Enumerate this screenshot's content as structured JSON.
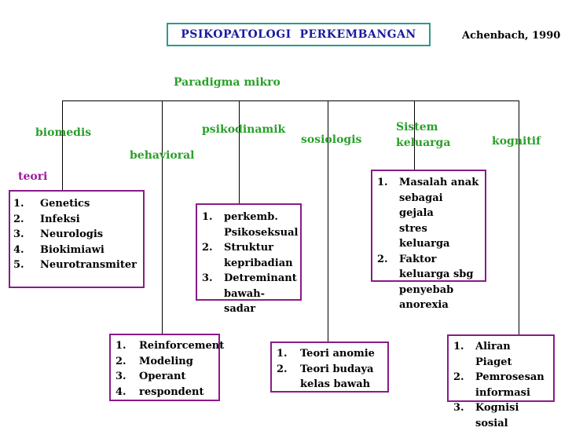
{
  "title": "PSIKOPATOLOGI  PERKEMBANGAN",
  "author": "Achenbach, 1990",
  "paradigm_label": "Paradigma mikro",
  "teori_label": "teori",
  "branches": {
    "biomedis": "biomedis",
    "behavioral": "behavioral",
    "psikodinamik": "psikodinamik",
    "sosiologis": "sosiologis",
    "sistem_keluarga": [
      "Sistem",
      "keluarga"
    ],
    "kognitif": "kognitif"
  },
  "boxes": {
    "biomedis": [
      "Genetics",
      "Infeksi",
      "Neurologis",
      "Biokimiawi",
      "Neurotransmiter"
    ],
    "behavioral": [
      "Reinforcement",
      "Modeling",
      "Operant",
      "respondent"
    ],
    "psikodinamik": [
      [
        "perkemb.",
        "Psikoseksual"
      ],
      [
        "Struktur",
        "kepribadian"
      ],
      [
        "Detreminant",
        "bawah-sadar"
      ]
    ],
    "sosiologis": [
      [
        "Teori anomie"
      ],
      [
        "Teori budaya",
        "kelas bawah"
      ]
    ],
    "sistem_keluarga": [
      [
        "Masalah anak",
        "sebagai gejala",
        "stres keluarga"
      ],
      [
        "Faktor",
        "keluarga sbg",
        "penyebab",
        "anorexia"
      ]
    ],
    "kognitif": [
      [
        "Aliran Piaget"
      ],
      [
        "Pemrosesan",
        "informasi"
      ],
      [
        "Kognisi sosial"
      ]
    ]
  },
  "colors": {
    "title_border": "#2e9a8a",
    "title_text": "#1a1aa0",
    "branch_label": "#2aa02a",
    "teori_label": "#9a1a9a",
    "box_border": "#8a1a8a"
  }
}
